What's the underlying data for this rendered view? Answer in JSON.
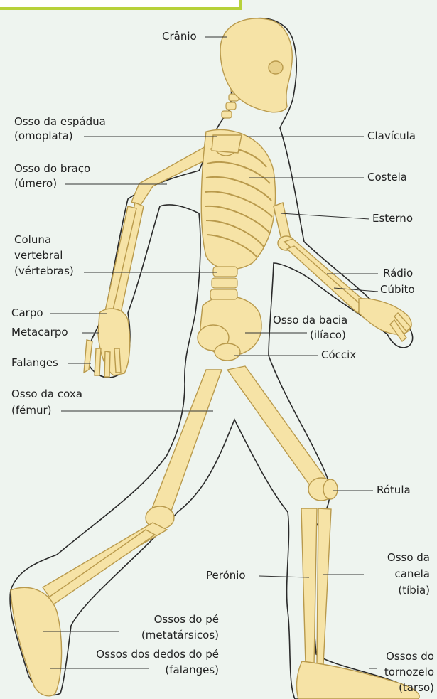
{
  "labels": {
    "cranio": "Crânio",
    "espadua_1": "Osso da espádua",
    "espadua_2": "(omoplata)",
    "braco_1": "Osso do braço",
    "braco_2": "(úmero)",
    "coluna_1": "Coluna",
    "coluna_2": "vertebral",
    "coluna_3": "(vértebras)",
    "carpo": "Carpo",
    "metacarpo": "Metacarpo",
    "falanges_mao": "Falanges",
    "coxa_1": "Osso da coxa",
    "coxa_2": "(fémur)",
    "clavicula": "Clavícula",
    "costela": "Costela",
    "esterno": "Esterno",
    "radio": "Rádio",
    "cubito": "Cúbito",
    "bacia_1": "Osso da bacia",
    "bacia_2": "(ilíaco)",
    "coccix": "Cóccix",
    "rotula": "Rótula",
    "canela_1": "Osso da",
    "canela_2": "canela",
    "canela_3": "(tíbia)",
    "peronio": "Perónio",
    "pe_1": "Ossos do pé",
    "pe_2": "(metatársicos)",
    "dedos_1": "Ossos dos dedos do pé",
    "dedos_2": "(falanges)",
    "tornozelo_1": "Ossos do",
    "tornozelo_2": "tornozelo",
    "tornozelo_3": "(tarso)"
  },
  "colors": {
    "background": "#eef4ef",
    "bone": "#f6e3a6",
    "bone_outline": "#b99a4c",
    "body_outline": "#2a2a2a",
    "frame_accent": "#b7d13a"
  }
}
